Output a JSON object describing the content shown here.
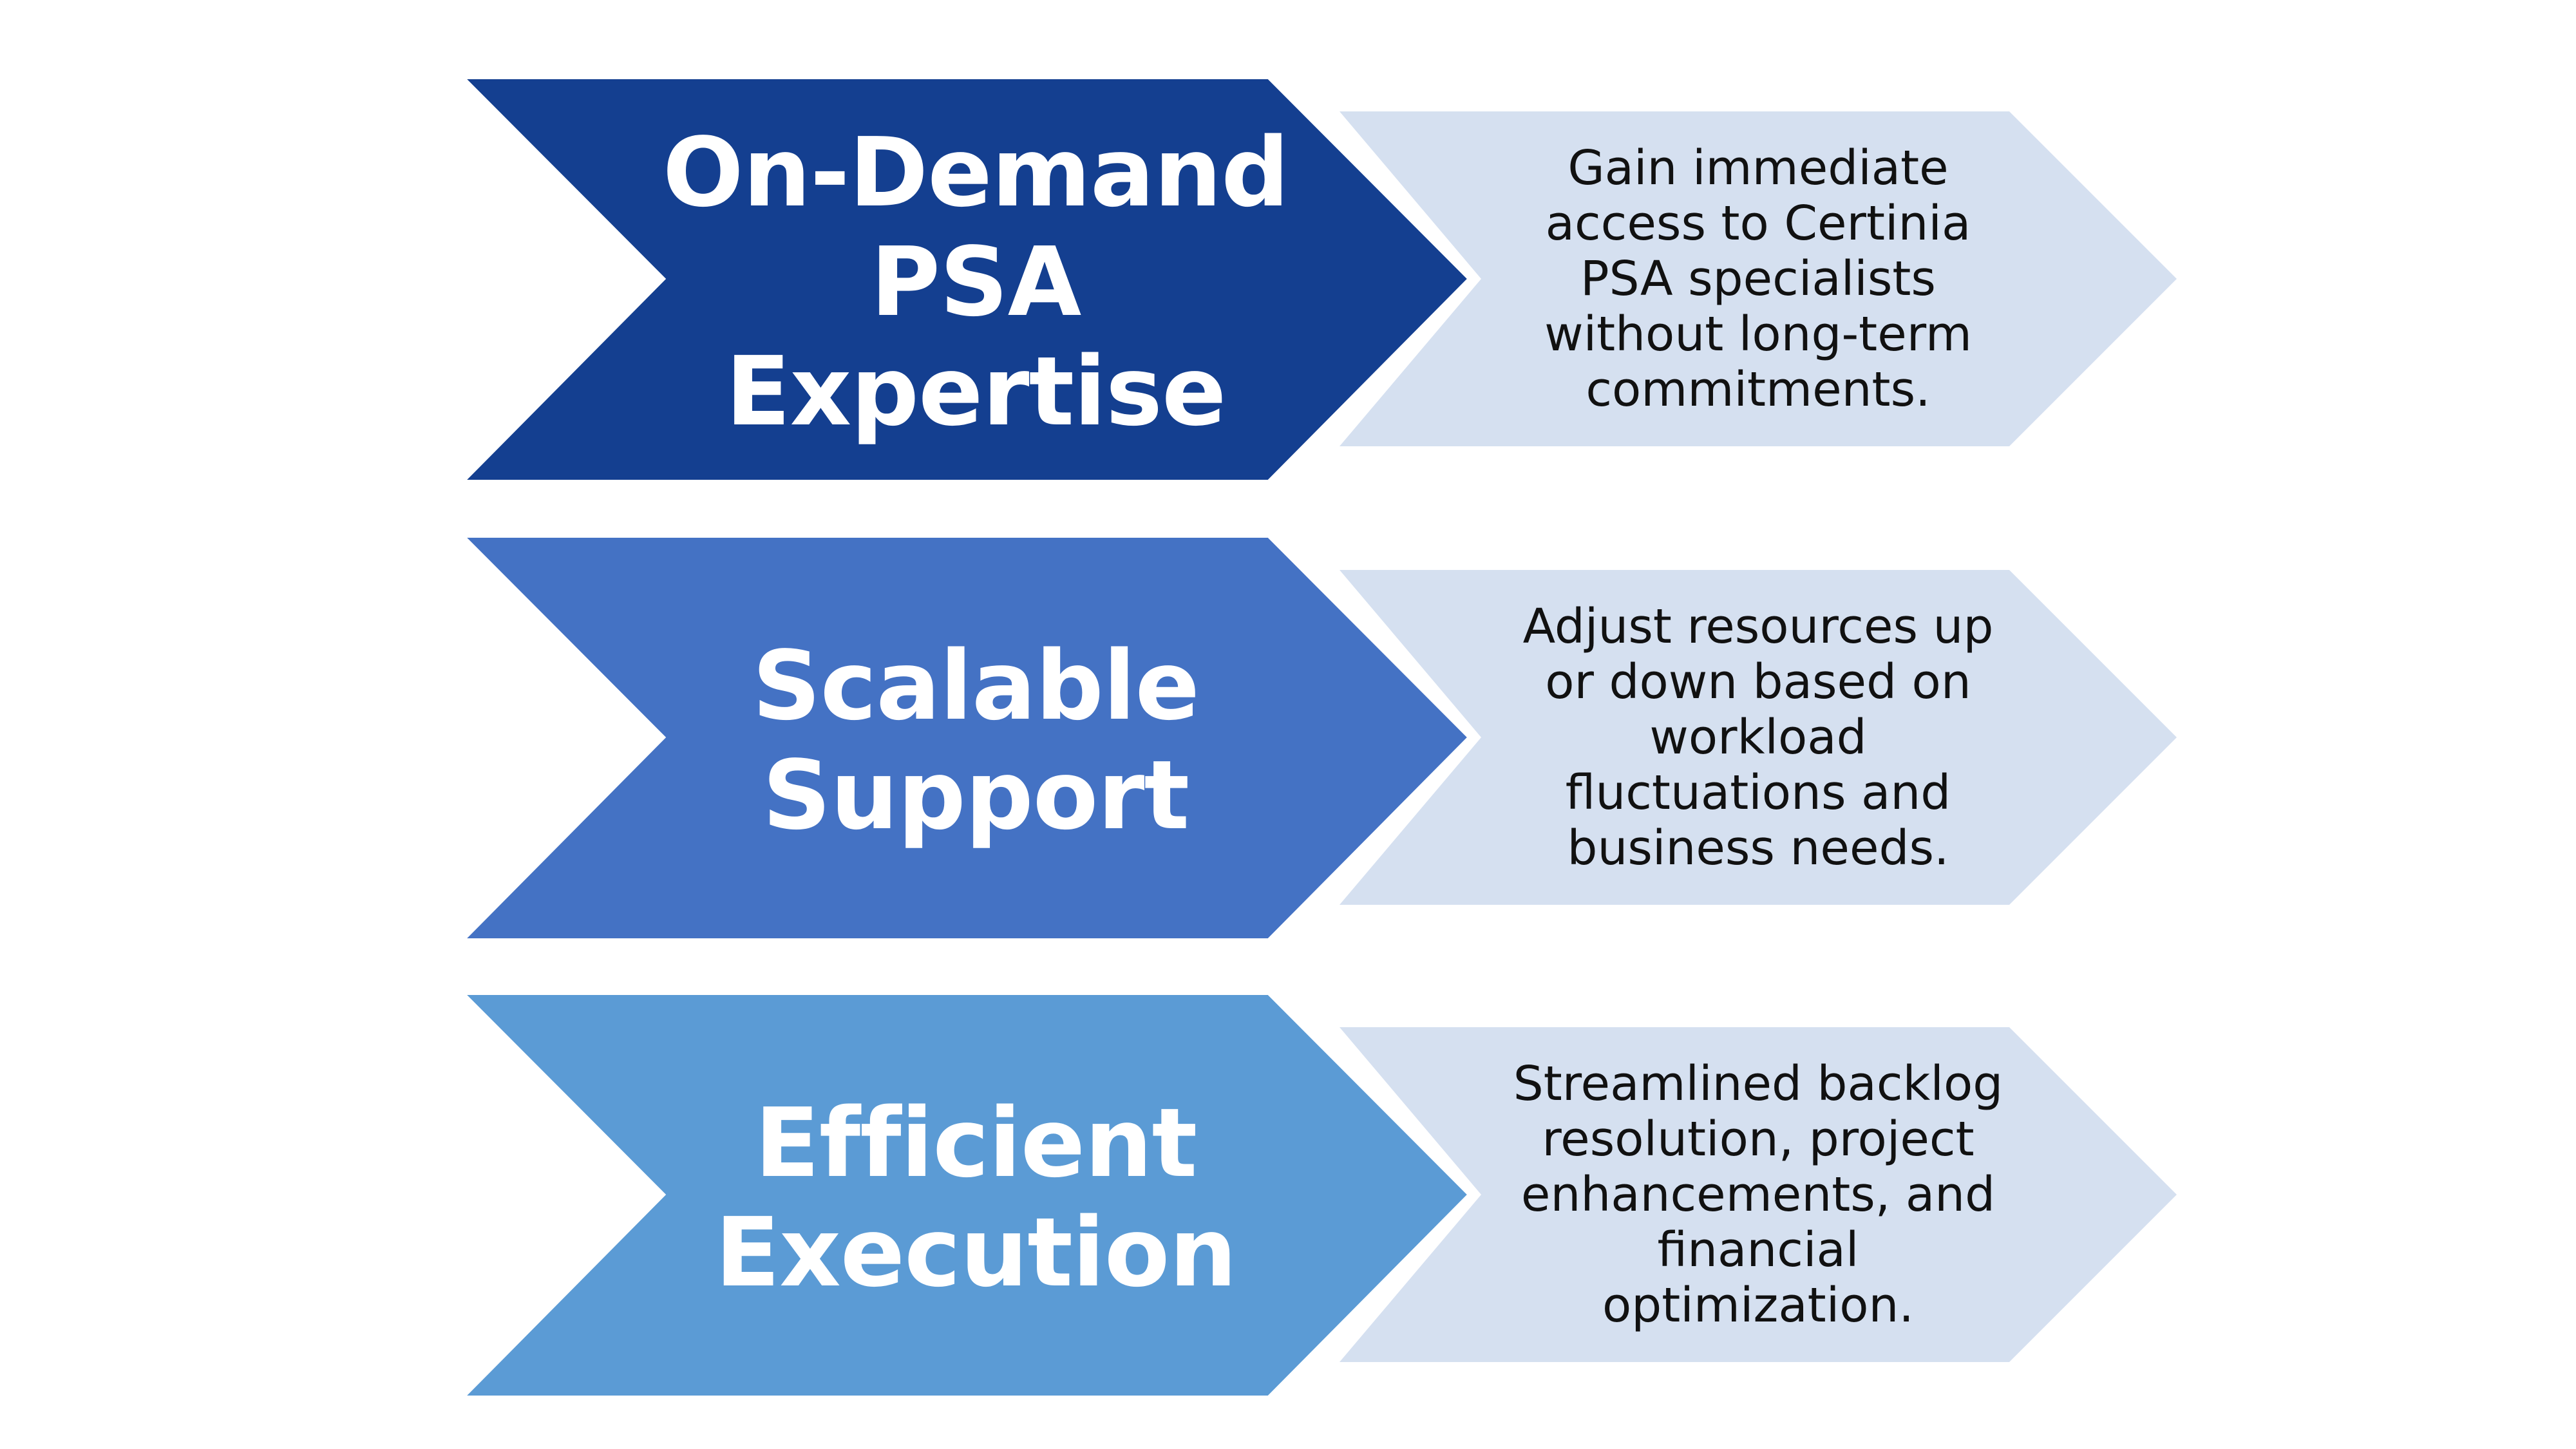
{
  "rows": [
    {
      "title_lines": [
        "On-Demand",
        "PSA",
        "Expertise"
      ],
      "description_lines": [
        "Gain immediate",
        "access to Certinia",
        "PSA specialists",
        "without long-term",
        "commitments."
      ],
      "arrow_color": "#143f90"
    },
    {
      "title_lines": [
        "Scalable",
        "Support"
      ],
      "description_lines": [
        "Adjust resources up",
        "or down based on",
        "workload",
        "fluctuations and",
        "business needs."
      ],
      "arrow_color": "#4472c4"
    },
    {
      "title_lines": [
        "Efficient",
        "Execution"
      ],
      "description_lines": [
        "Streamlined backlog",
        "resolution, project",
        "enhancements, and",
        "financial",
        "optimization."
      ],
      "arrow_color": "#5b9bd5"
    }
  ],
  "description_arrow_color": "#d5e0f0"
}
